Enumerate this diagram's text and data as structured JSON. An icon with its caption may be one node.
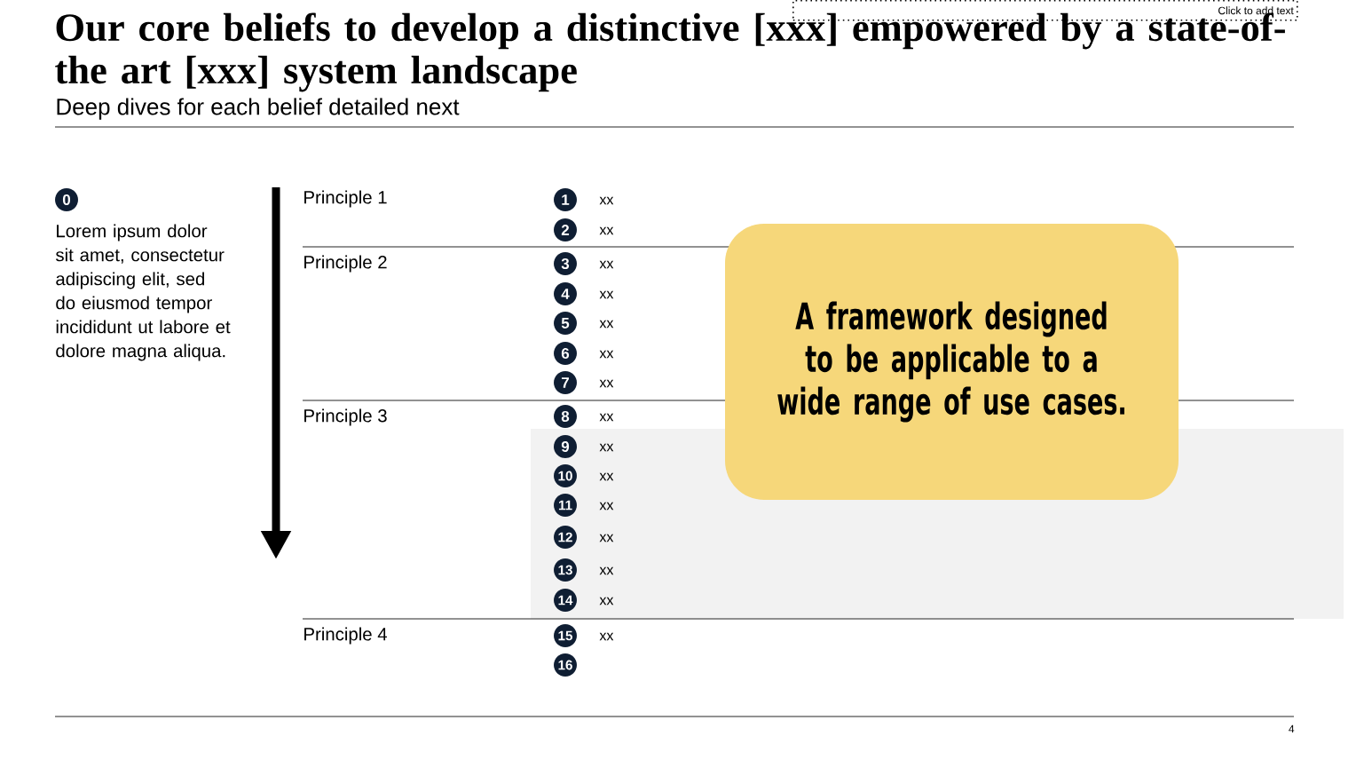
{
  "diagram": {
    "title": "Our core beliefs to develop a distinctive [xxx] empowered by a state-of-the art [xxx] system landscape",
    "nodes": [
      {
        "text": [
          "Click to add text"
        ]
      },
      {
        "text": [
          "0"
        ]
      },
      {
        "text": [
          "1"
        ],
        "beside": [
          "xx"
        ]
      },
      {
        "text": [
          "2"
        ],
        "beside": [
          "xx"
        ]
      },
      {
        "text": [
          "3"
        ],
        "beside": [
          "xx"
        ]
      },
      {
        "text": [
          "4"
        ],
        "beside": [
          "xx"
        ]
      },
      {
        "text": [
          "5"
        ],
        "beside": [
          "xx"
        ]
      },
      {
        "text": [
          "6"
        ],
        "beside": [
          "xx"
        ]
      },
      {
        "text": [
          "7"
        ],
        "beside": [
          "xx"
        ]
      },
      {
        "text": [
          "8"
        ],
        "beside": [
          "xx"
        ]
      },
      {
        "text": [
          "9"
        ],
        "beside": [
          "xx"
        ]
      },
      {
        "text": [
          "10"
        ],
        "beside": [
          "xx"
        ]
      },
      {
        "text": [
          "11"
        ],
        "beside": [
          "xx"
        ]
      },
      {
        "text": [
          "12"
        ],
        "beside": [
          "xx"
        ]
      },
      {
        "text": [
          "13"
        ],
        "beside": [
          "xx"
        ]
      },
      {
        "text": [
          "14"
        ],
        "beside": [
          "xx"
        ]
      },
      {
        "text": [
          "15"
        ],
        "beside": [
          "xx"
        ]
      },
      {
        "text": [
          "16"
        ]
      },
      {
        "text": [
          "A framework designed to be applicable to a wide range of use cases."
        ]
      }
    ],
    "labels": [
      "Deep dives for each belief detailed next",
      "Lorem ipsum dolor sit amet, consectetur adipiscing elit, sed do eiusmod tempor incididunt ut labore et dolore magna aliqua.",
      "Principle 1",
      "Principle 2",
      "Principle 3",
      "Principle 4",
      "4"
    ]
  }
}
